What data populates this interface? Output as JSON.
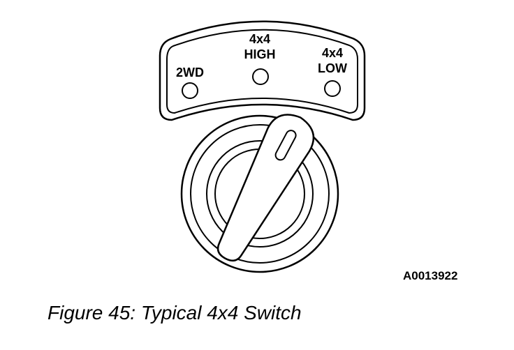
{
  "panel": {
    "positions": {
      "twowd": {
        "label": "2WD"
      },
      "high": {
        "line1": "4x4",
        "line2": "HIGH"
      },
      "low": {
        "line1": "4x4",
        "line2": "LOW"
      }
    }
  },
  "figure_code": "A0013922",
  "caption": "Figure 45: Typical 4x4 Switch",
  "colors": {
    "ink": "#000000",
    "paper": "#ffffff"
  }
}
